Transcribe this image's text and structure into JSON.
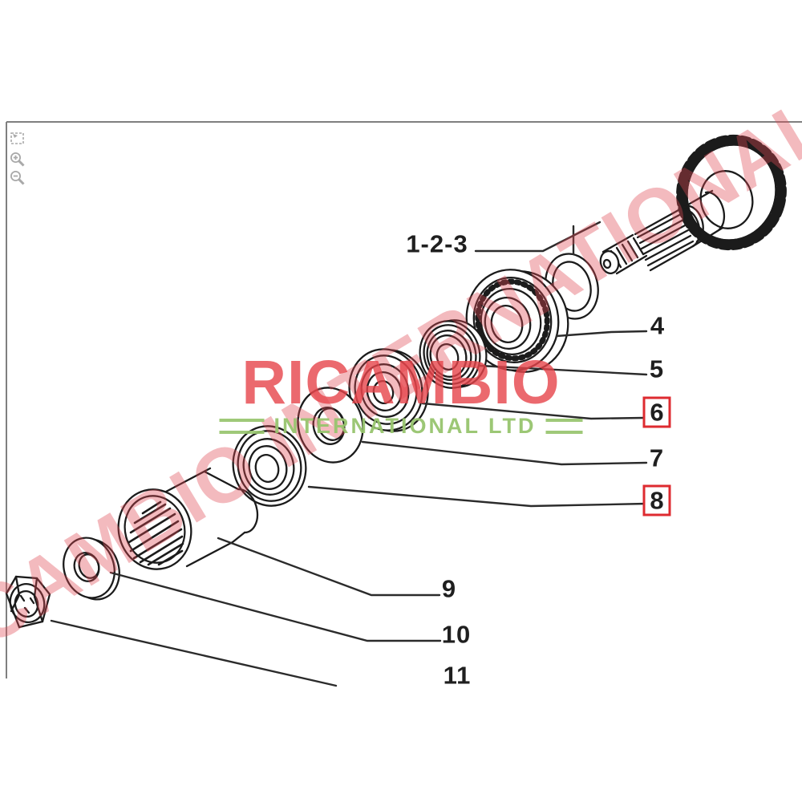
{
  "window": {
    "background": "#ffffff"
  },
  "toolbar": {
    "tools": [
      {
        "name": "select-region"
      },
      {
        "name": "zoom-in"
      },
      {
        "name": "zoom-out"
      }
    ],
    "icon_color": "#a9a9a9"
  },
  "watermark": {
    "brand": "RICAMBIO",
    "subtitle": "INTERNATIONAL LTD",
    "diagonal_text": "RICAMBIO INTERNATIONAL",
    "brand_color": "#e6444a",
    "subtitle_color": "#97c46e",
    "diagonal_color": "#e04a54"
  },
  "diagram": {
    "type": "exploded-parts-drawing",
    "line_color": "#1b1b1b",
    "frame_color": "#7f7f7f",
    "highlight_color": "#de2b30",
    "callouts": [
      {
        "label": "1-2-3",
        "highlighted": false
      },
      {
        "label": "4",
        "highlighted": false
      },
      {
        "label": "5",
        "highlighted": false
      },
      {
        "label": "6",
        "highlighted": true
      },
      {
        "label": "7",
        "highlighted": false
      },
      {
        "label": "8",
        "highlighted": true
      },
      {
        "label": "9",
        "highlighted": false
      },
      {
        "label": "10",
        "highlighted": false
      },
      {
        "label": "11",
        "highlighted": false
      }
    ]
  }
}
